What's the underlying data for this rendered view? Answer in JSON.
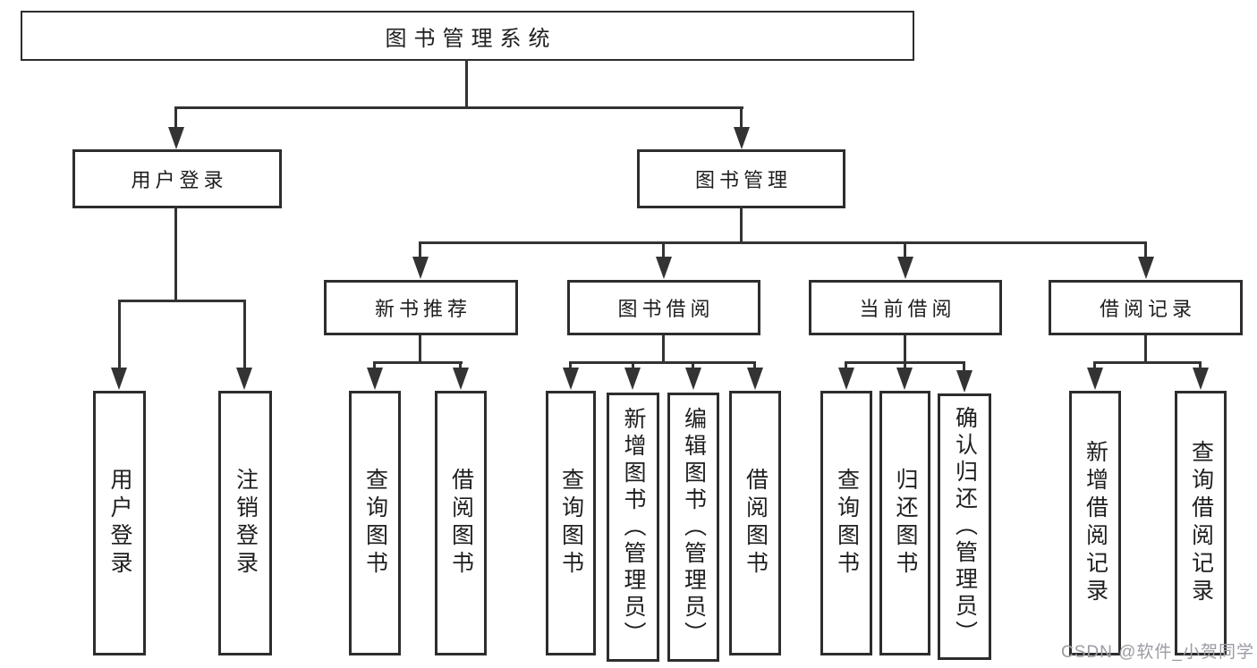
{
  "title": "图书管理系统",
  "tree": {
    "root": {
      "label": "图书管理系统"
    },
    "branches": [
      {
        "label": "用户登录",
        "children": [
          {
            "label": "用户登录"
          },
          {
            "label": "注销登录"
          }
        ]
      },
      {
        "label": "图书管理",
        "groups": [
          {
            "label": "新书推荐",
            "children": [
              {
                "label": "查询图书"
              },
              {
                "label": "借阅图书"
              }
            ]
          },
          {
            "label": "图书借阅",
            "children": [
              {
                "label": "查询图书"
              },
              {
                "label": "新增图书（管理员）"
              },
              {
                "label": "编辑图书（管理员）"
              },
              {
                "label": "借阅图书"
              }
            ]
          },
          {
            "label": "当前借阅",
            "children": [
              {
                "label": "查询图书"
              },
              {
                "label": "归还图书"
              },
              {
                "label": "确认归还（管理员）"
              }
            ]
          },
          {
            "label": "借阅记录",
            "children": [
              {
                "label": "新增借阅记录"
              },
              {
                "label": "查询借阅记录"
              }
            ]
          }
        ]
      }
    ]
  },
  "watermark": {
    "text": "CSDN @软件_小贺同学",
    "color": "#9b9ba3"
  },
  "colors": {
    "line": "#333333",
    "box_border": "#2d2d2d",
    "text": "#1e1e1e",
    "background": "#ffffff"
  }
}
